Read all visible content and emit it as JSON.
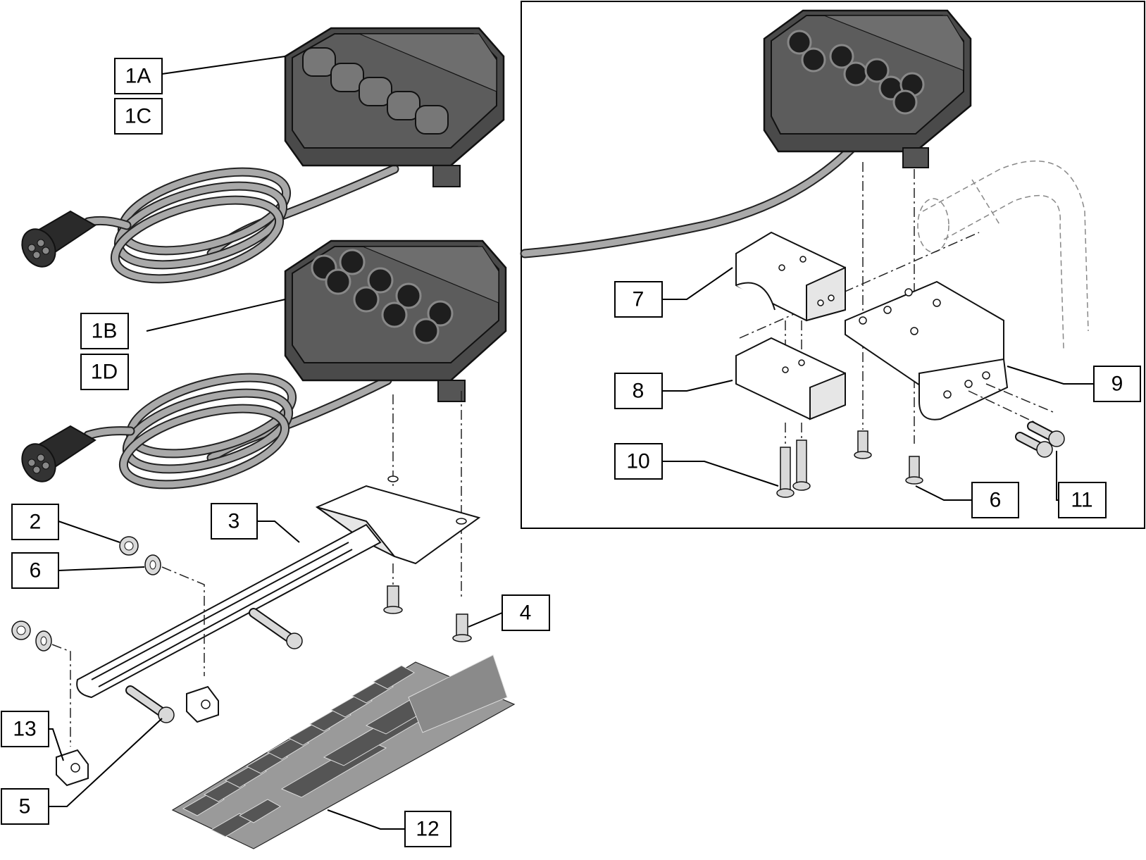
{
  "labels": {
    "1A": "1A",
    "1C": "1C",
    "1B": "1B",
    "1D": "1D",
    "2": "2",
    "3": "3",
    "4": "4",
    "5": "5",
    "6": "6",
    "7": "7",
    "8": "8",
    "9": "9",
    "10": "10",
    "11": "11",
    "12": "12",
    "13": "13"
  },
  "colors": {
    "housing": "#4a4a4a",
    "cable": "#a9a9a9",
    "metal": "#ffffff",
    "decal": "#9a9a9a"
  },
  "icons": [
    "hand-control-pendant",
    "coiled-cable",
    "connector-plug",
    "mounting-plate",
    "clamp-upper",
    "clamp-lower",
    "mounting-bracket",
    "cap-screw",
    "flat-washer",
    "lock-nut",
    "slide-nut",
    "label-decal-sheet",
    "wheelchair-armrest-tube"
  ]
}
